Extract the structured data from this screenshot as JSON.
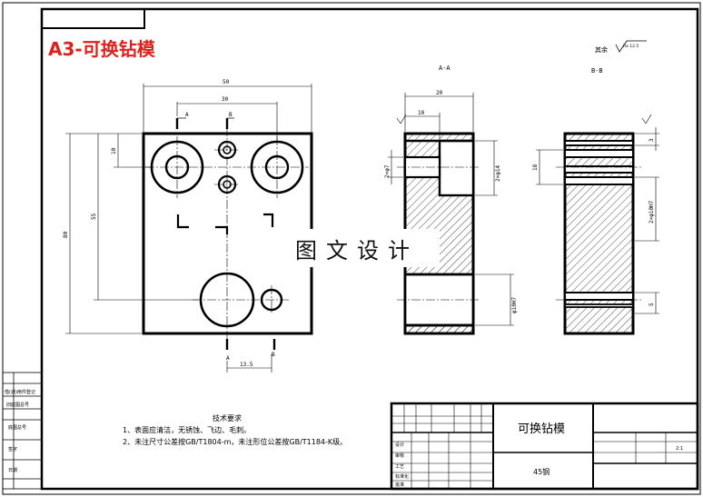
{
  "drawing_title": "A3-可换钻模",
  "watermark": "图文设计",
  "roughness": {
    "label": "其余",
    "value": "Ra 12.5"
  },
  "views": {
    "aa": "A-A",
    "bb": "B-B"
  },
  "cut_marks": {
    "a": "A",
    "b": "B"
  },
  "dims": {
    "d50": "50",
    "d30": "30",
    "d10": "10",
    "d80": "80",
    "d55": "55",
    "d135": "13.5",
    "d20": "20",
    "d10b": "10",
    "d2phi7": "2×φ7",
    "d2phi14": "2×φ14",
    "d18": "18",
    "phi10h7": "φ10H7",
    "d2phi10h7": "2×φ10H7",
    "d3": "3",
    "d5": "5"
  },
  "tech_req": {
    "heading": "技术要求",
    "items": [
      "1、表面应清洁，无锈蚀、飞边、毛刺。",
      "2、未注尺寸公差按GB/T1804-m，未注形位公差按GB/T1184-K级。"
    ]
  },
  "title_block": {
    "part_name": "可换钻模",
    "material": "45钢",
    "scale": "2:1",
    "rows_left": [
      "设计",
      "审核",
      "工艺"
    ],
    "rows_bottom": [
      "标准化",
      "批准"
    ]
  },
  "side_block": [
    "借(通)用件登记",
    "旧底图总号",
    "底图总号",
    "签字",
    "日期"
  ]
}
